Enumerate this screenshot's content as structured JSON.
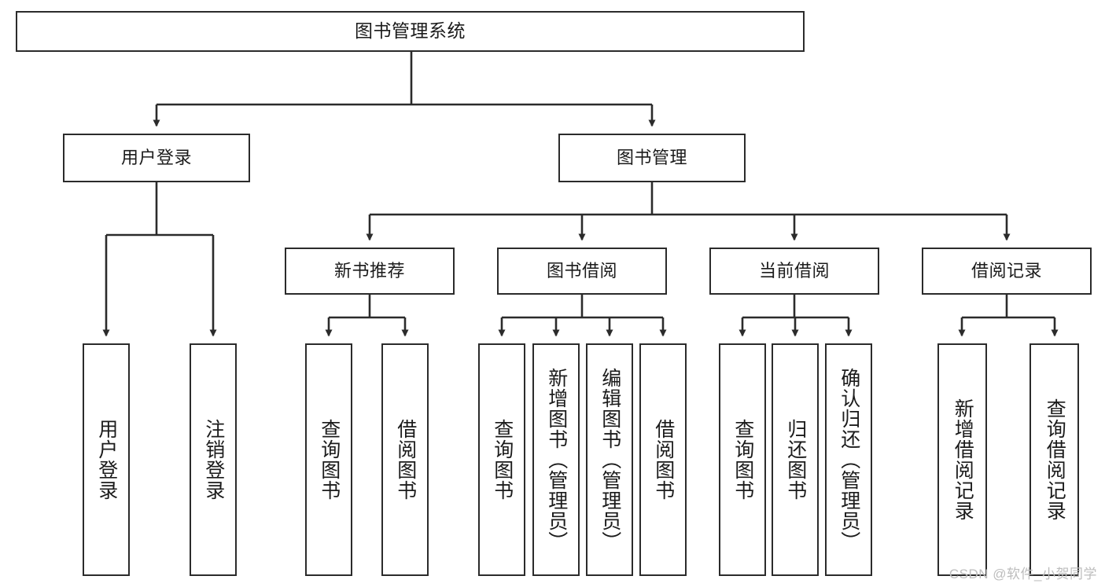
{
  "diagram": {
    "title": "图书管理系统",
    "root": {
      "label": "图书管理系统"
    },
    "level1": [
      {
        "label": "用户登录"
      },
      {
        "label": "图书管理"
      }
    ],
    "level2": [
      {
        "label": "新书推荐"
      },
      {
        "label": "图书借阅"
      },
      {
        "label": "当前借阅"
      },
      {
        "label": "借阅记录"
      }
    ],
    "leaves": [
      {
        "label": "用户登录"
      },
      {
        "label": "注销登录"
      },
      {
        "label": "查询图书"
      },
      {
        "label": "借阅图书"
      },
      {
        "label": "查询图书"
      },
      {
        "label": "新增图书（管理员）"
      },
      {
        "label": "编辑图书（管理员）"
      },
      {
        "label": "借阅图书"
      },
      {
        "label": "查询图书"
      },
      {
        "label": "归还图书"
      },
      {
        "label": "确认归还（管理员）"
      },
      {
        "label": "新增借阅记录"
      },
      {
        "label": "查询借阅记录"
      }
    ]
  },
  "watermark": {
    "text": "CSDN @软件_小贺同学"
  },
  "colors": {
    "stroke": "#2b2b2b",
    "background": "#ffffff",
    "text": "#1b1b1b",
    "watermark": "#bdbdbd"
  }
}
